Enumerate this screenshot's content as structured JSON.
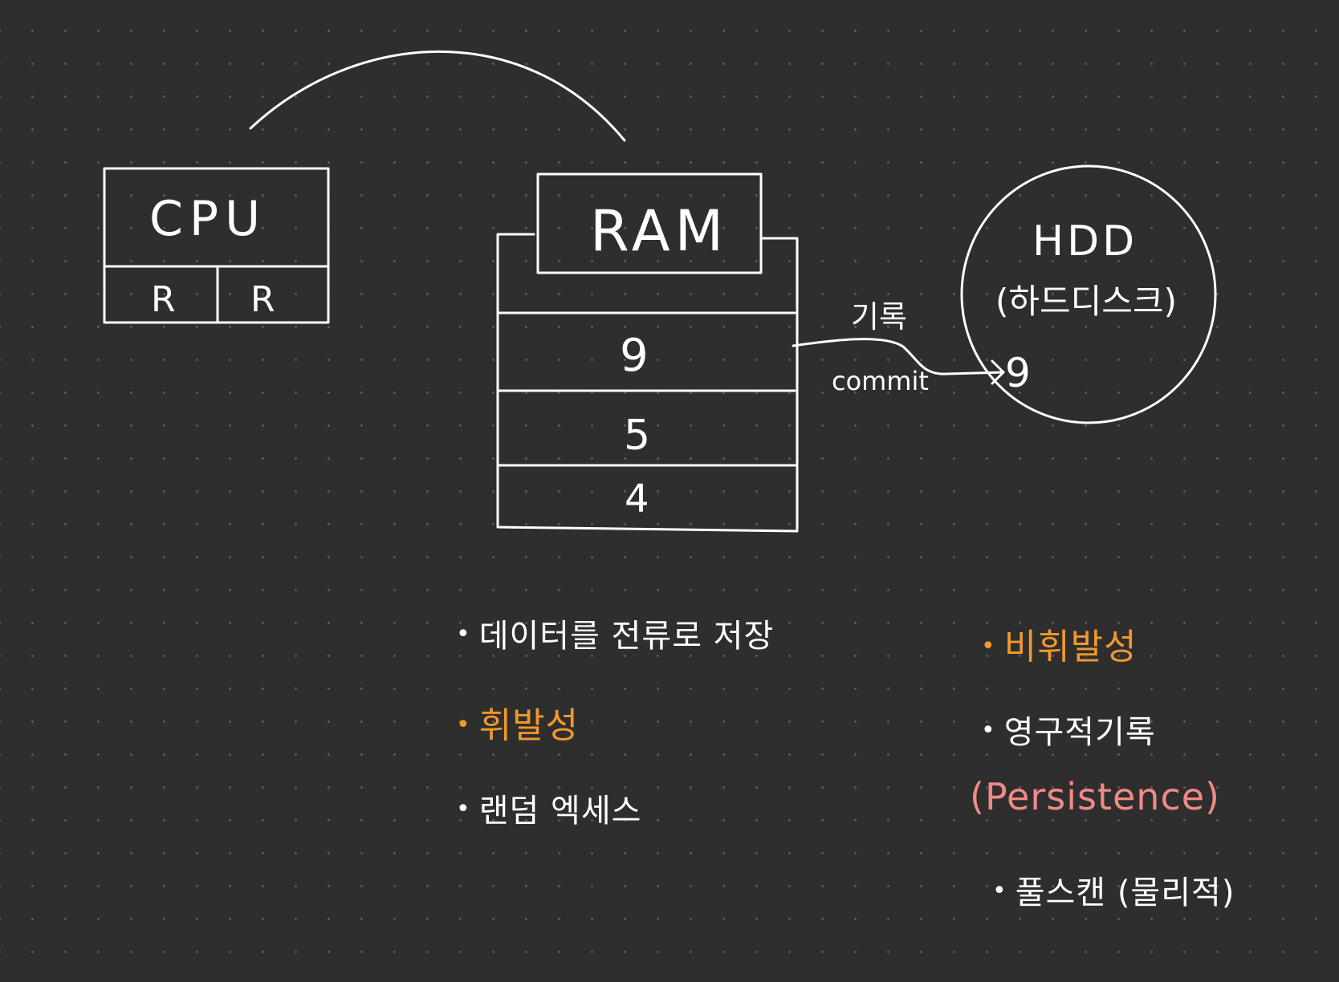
{
  "colors": {
    "background": "#2e2e2e",
    "ink": "#ffffff",
    "highlight_orange": "#f0982e",
    "highlight_pink": "#f08a86"
  },
  "cpu": {
    "label": "CPU",
    "registers": [
      "R",
      "R"
    ]
  },
  "ram": {
    "label": "RAM",
    "cells": [
      "9",
      "5",
      "4"
    ]
  },
  "hdd": {
    "label": "HDD",
    "sublabel": "(하드디스크)",
    "value": "9"
  },
  "arrow": {
    "label_top": "기록",
    "label_bottom": "commit"
  },
  "ram_notes": {
    "item1": "데이터를 전류로 저장",
    "item2": "휘발성",
    "item3": "랜덤 엑세스"
  },
  "hdd_notes": {
    "item1": "비휘발성",
    "item2": "영구적기록",
    "item3": "(Persistence)",
    "item4": "풀스캔 (물리적)"
  },
  "bullet": "•"
}
